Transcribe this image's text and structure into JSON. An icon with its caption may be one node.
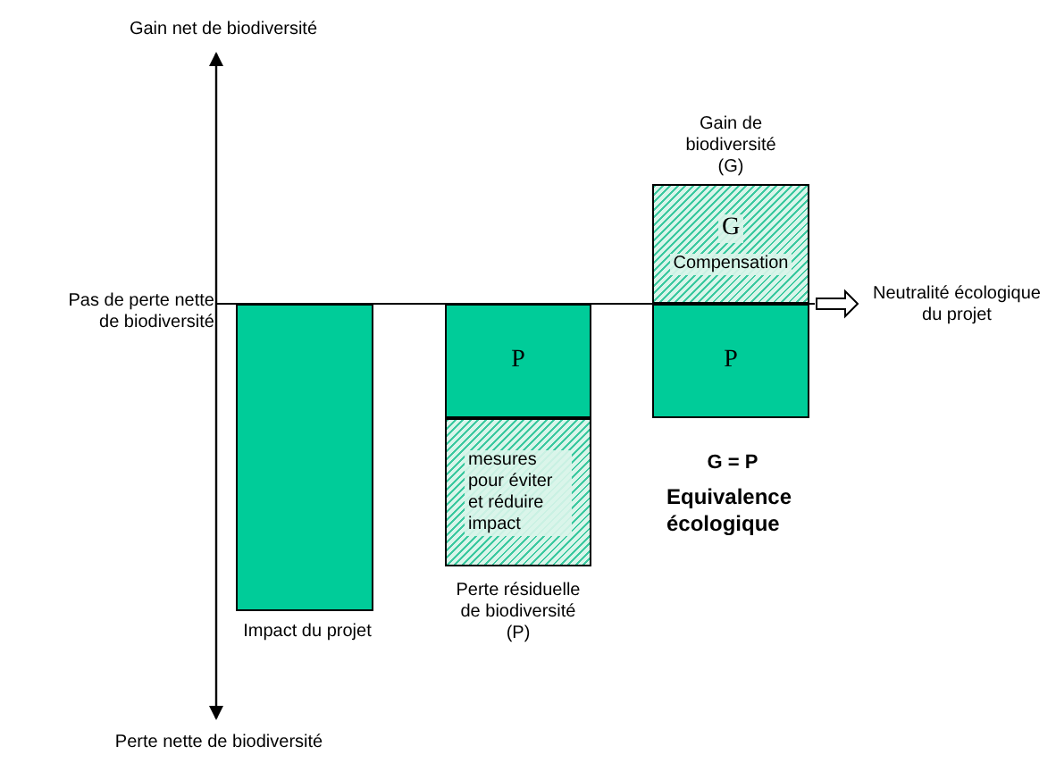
{
  "diagram": {
    "nodes": [
      {
        "text": [],
        "shape": "bar",
        "beside": [
          "Impact du projet"
        ]
      },
      {
        "text": [
          "P"
        ]
      },
      {
        "text": [
          "mesures pour éviter et réduire impact"
        ],
        "beside": [
          "Perte résiduelle de biodiversité (P)"
        ]
      },
      {
        "text": [
          "G",
          "Compensation"
        ],
        "beside": [
          "Gain de biodiversité (G)"
        ]
      },
      {
        "text": [
          "P"
        ]
      },
      {
        "text": [
          "Neutralité écologique du projet"
        ]
      }
    ],
    "edges": [
      {
        "from": 3,
        "to": 5,
        "arrow": "to"
      }
    ],
    "labels": [
      "Gain net de biodiversité",
      "Pas de perte nette de biodiversité",
      "G = P",
      "Equivalence écologique",
      "Perte nette de biodiversité"
    ]
  }
}
